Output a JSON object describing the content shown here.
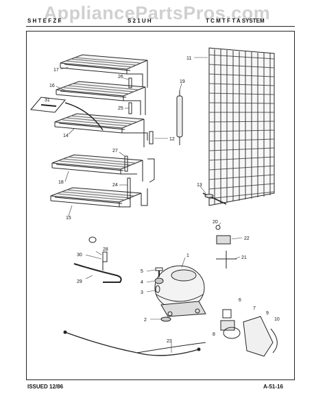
{
  "watermark": "AppliancePartsPros.com",
  "header": {
    "left": "S H T E F Z F",
    "middle": "S 2 1 U H",
    "right": "T C M T F T A SYSTEM"
  },
  "footer": {
    "issued": "ISSUED 12/86",
    "page_code": "A-51-16"
  },
  "callouts": {
    "c1": "1",
    "c2": "2",
    "c3": "3",
    "c4": "4",
    "c5": "5",
    "c6": "6",
    "c7": "7",
    "c8": "8",
    "c9": "9",
    "c10": "10",
    "c11": "11",
    "c12": "12",
    "c13": "13",
    "c14": "14",
    "c15": "15",
    "c16": "16",
    "c17": "17",
    "c18": "18",
    "c19": "19",
    "c20": "20",
    "c21": "21",
    "c22": "22",
    "c23": "23",
    "c24": "24",
    "c25": "25",
    "c26": "26",
    "c27": "27",
    "c28": "28",
    "c29": "29",
    "c30": "30",
    "c31": "31"
  }
}
